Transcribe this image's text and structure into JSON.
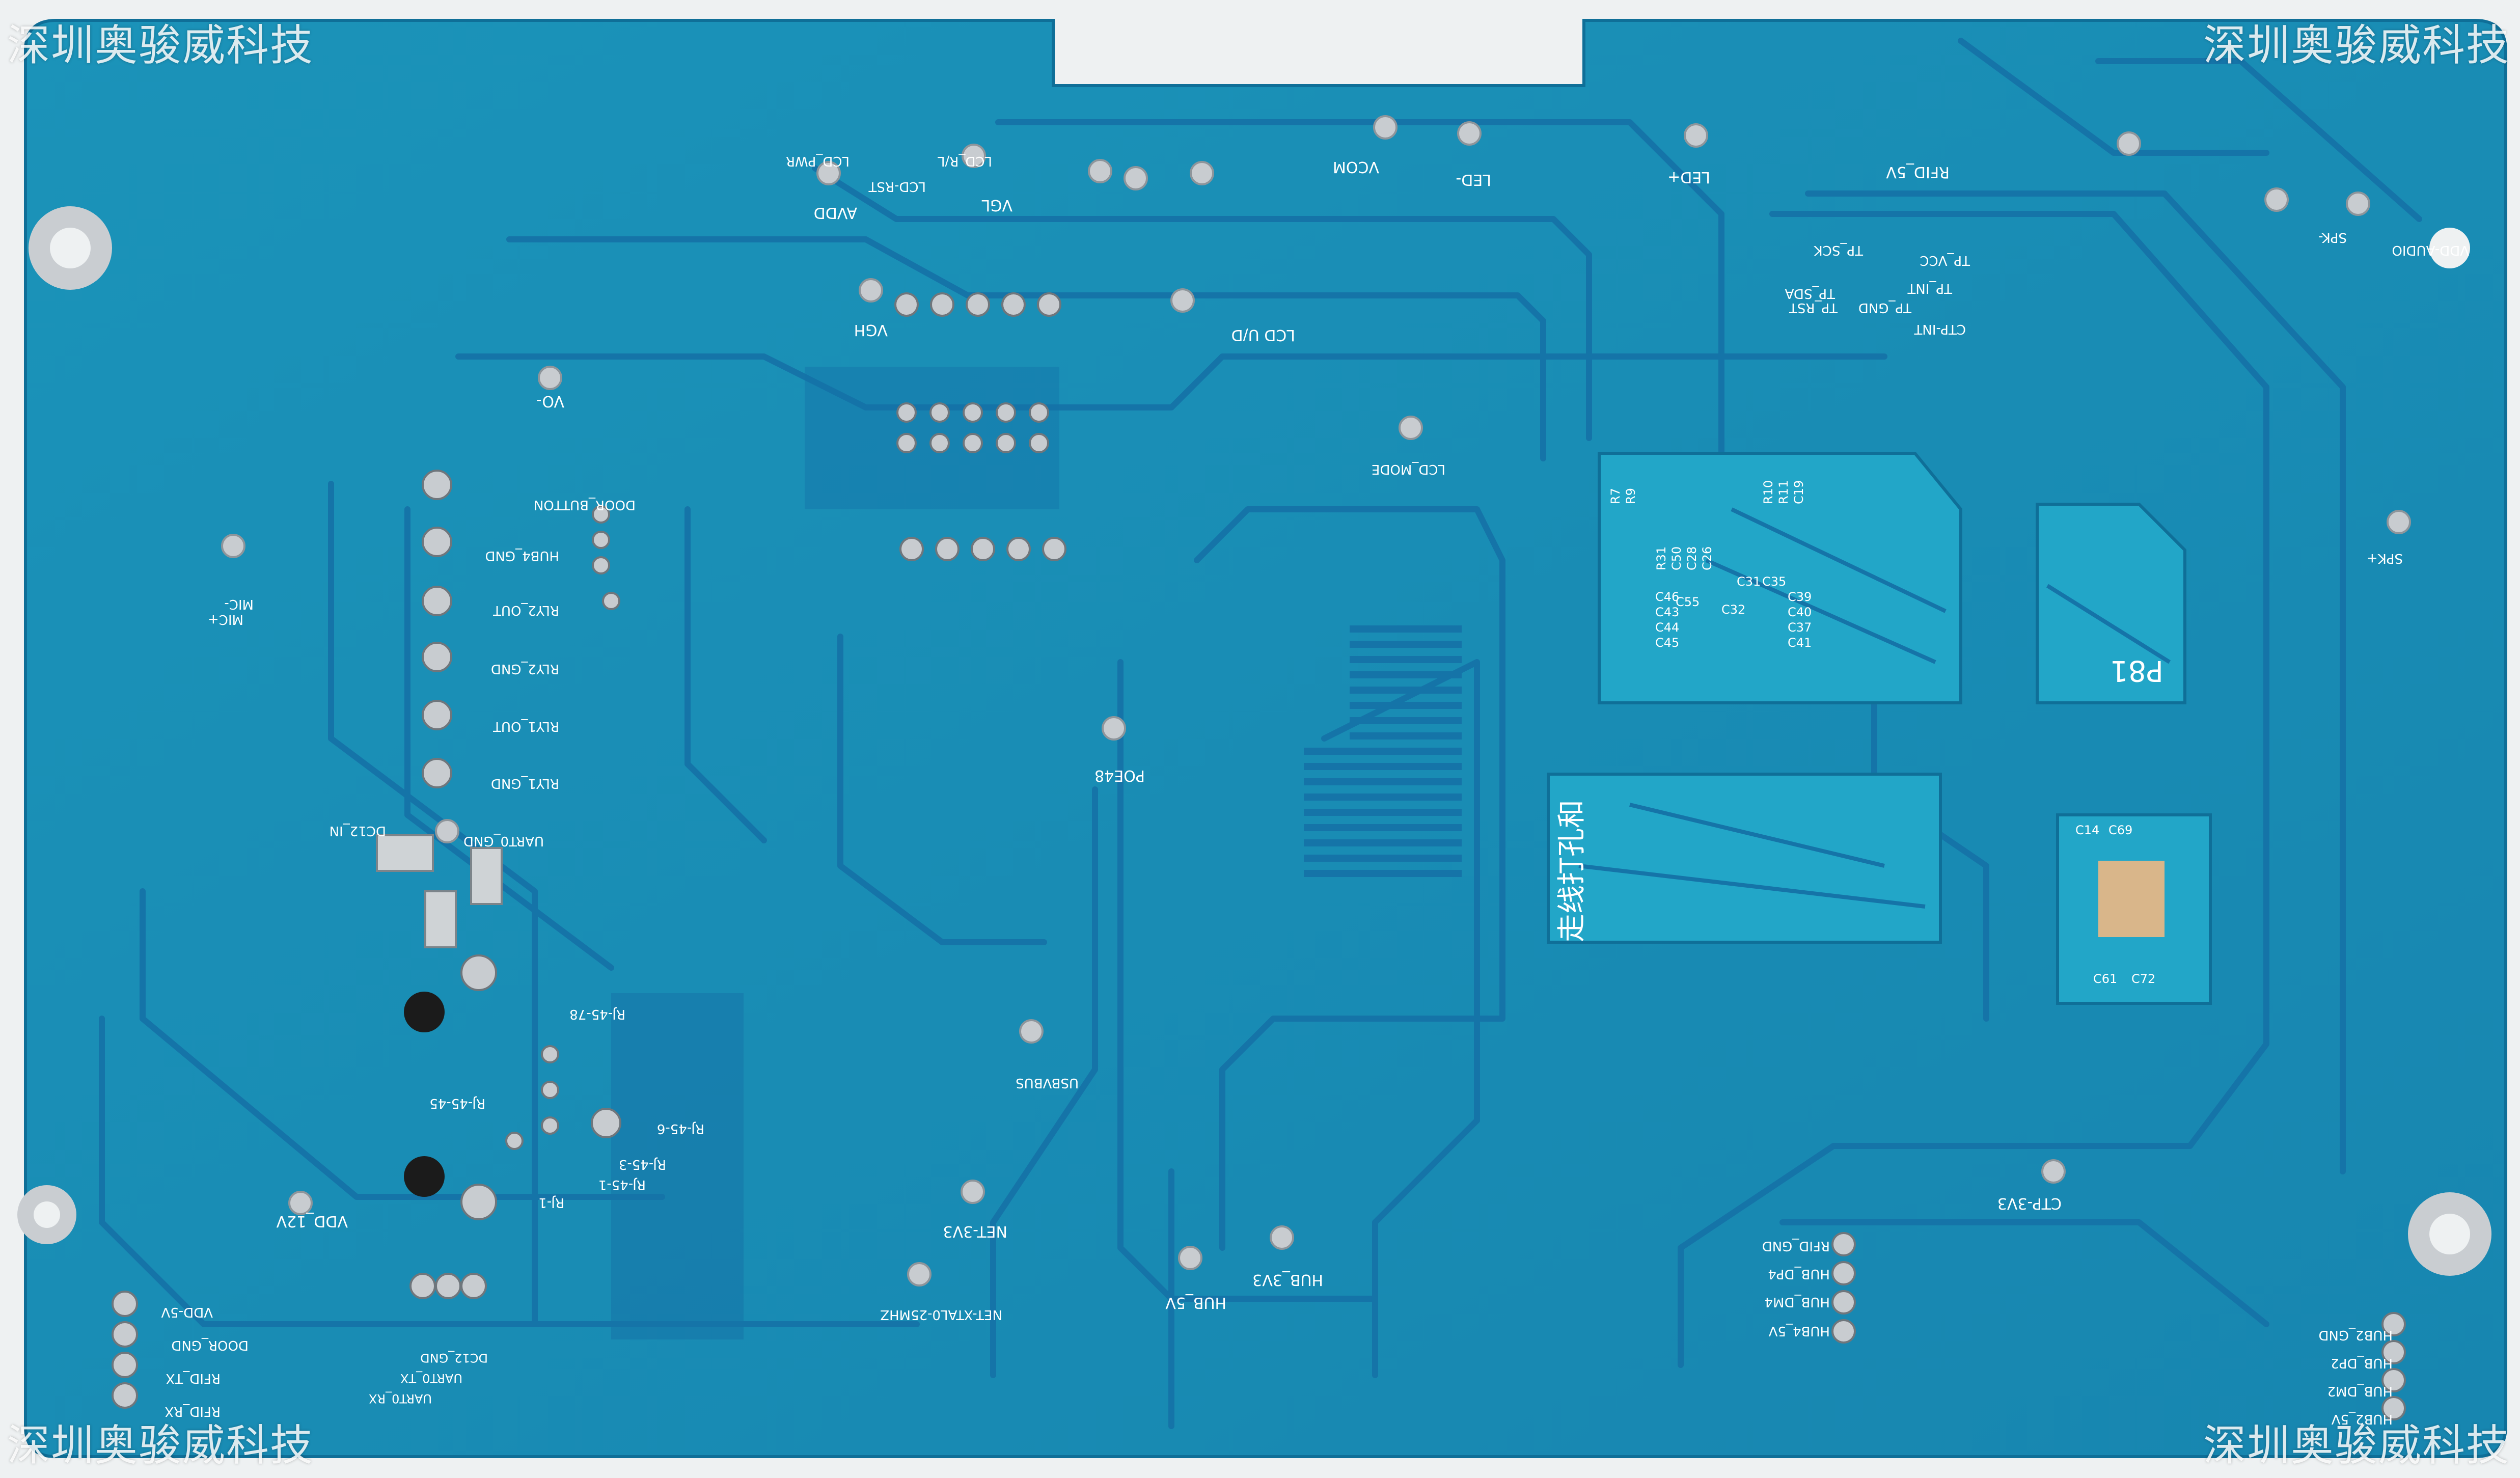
{
  "watermark": {
    "text": "深圳奥骏威科技"
  },
  "colors": {
    "board": "#1a8fb5",
    "board_dark": "#0f6f98",
    "trace": "#1574a8",
    "copper_fill": "#1d97bd",
    "silkscreen": "#ffffff",
    "pad": "#c8ccd0",
    "window": "#1fa2c4"
  },
  "silkscreen": {
    "avdd": "AVDD",
    "vgl": "VGL",
    "vgh": "VGH",
    "lcd_pwr": "LCD_PWR",
    "lcd_rst": "LCD-RST",
    "lcd_ud": "LCD U/D",
    "lcd_rl": "LCD_R/L",
    "vcom": "VCOM",
    "led_minus": "LED-",
    "led_plus": "LED+",
    "tp_sck": "TP_SCK",
    "tp_sda": "TP_SDA",
    "tp_vcc": "TP_VCC",
    "tp_int": "TP_INT",
    "tp_gnd": "TP_GND",
    "tp_rst": "TP_RST",
    "ctp_int": "CTP-INT",
    "rfid_5v": "RFID_5V",
    "spk_minus": "SPK-",
    "vdd_audio": "VDD-AUDIO",
    "spk_plus": "SPK+",
    "vo": "VO-",
    "lcd_mode": "LCD_MODE",
    "mic_minus": "MIC-",
    "mic_plus": "MIC+",
    "door_button": "DOOR_BUTTON",
    "hub4_gnd": "HUB4_GND",
    "rly2_out": "RLY2_OUT",
    "rly2_gnd": "RLY2_GND",
    "rly1_out": "RLY1_OUT",
    "rly1_gnd": "RLY1_GND",
    "dc12_in": "DC12_IN",
    "uart0_gnd": "UART0_GND",
    "poe48": "POE48",
    "rj45_78": "RJ-45-78",
    "rj45_45": "RJ-45-45",
    "rj45_6": "RJ-45-6",
    "rj45_3": "RJ-45-3",
    "rj45_1": "RJ-45-1",
    "rj_1": "RJ-1",
    "usbvbus": "USBVBUS",
    "net_3v3": "NET-3V3",
    "net_xtal": "NET-XTAL0-25MHZ",
    "hub_5v": "HUB_5V",
    "hub_3v3": "HUB_3V3",
    "ctp_3v3": "CTP-3V3",
    "vdd_12v": "VDD_12V",
    "vdd_5v": "VDD-5V",
    "door_gnd": "DOOR_GND",
    "rfid_tx": "RFID_TX",
    "rfid_rx": "RFID_RX",
    "uart0_rx": "UART0_RX",
    "uart0_tx": "UART0_TX",
    "dc12_gnd": "DC12_GND",
    "rfid_gnd": "RFID_GND",
    "hub_dp4": "HUB_DP4",
    "hub_dm4": "HUB_DM4",
    "hub4_5v": "HUB4_5V",
    "hub2_gnd": "HUB2_GND",
    "hub_dp2": "HUB_DP2",
    "hub_dm2": "HUB_DM2",
    "hub2_5v": "HUB2_5V",
    "window_label": "走线打孔和",
    "part_ref": "P81",
    "c14": "C14",
    "c69": "C69",
    "c61": "C61",
    "c72": "C72",
    "r7": "R7",
    "r9": "R9",
    "r10": "R10",
    "r11": "R11",
    "c19": "C19",
    "c31": "C31",
    "c35": "C35",
    "c55": "C55",
    "c46": "C46",
    "c43": "C43",
    "c44": "C44",
    "c45": "C45",
    "c32": "C32",
    "c39": "C39",
    "c40": "C40",
    "c37": "C37",
    "c41": "C41",
    "c50": "C50",
    "c28": "C28",
    "c26": "C26",
    "r31": "R31"
  }
}
